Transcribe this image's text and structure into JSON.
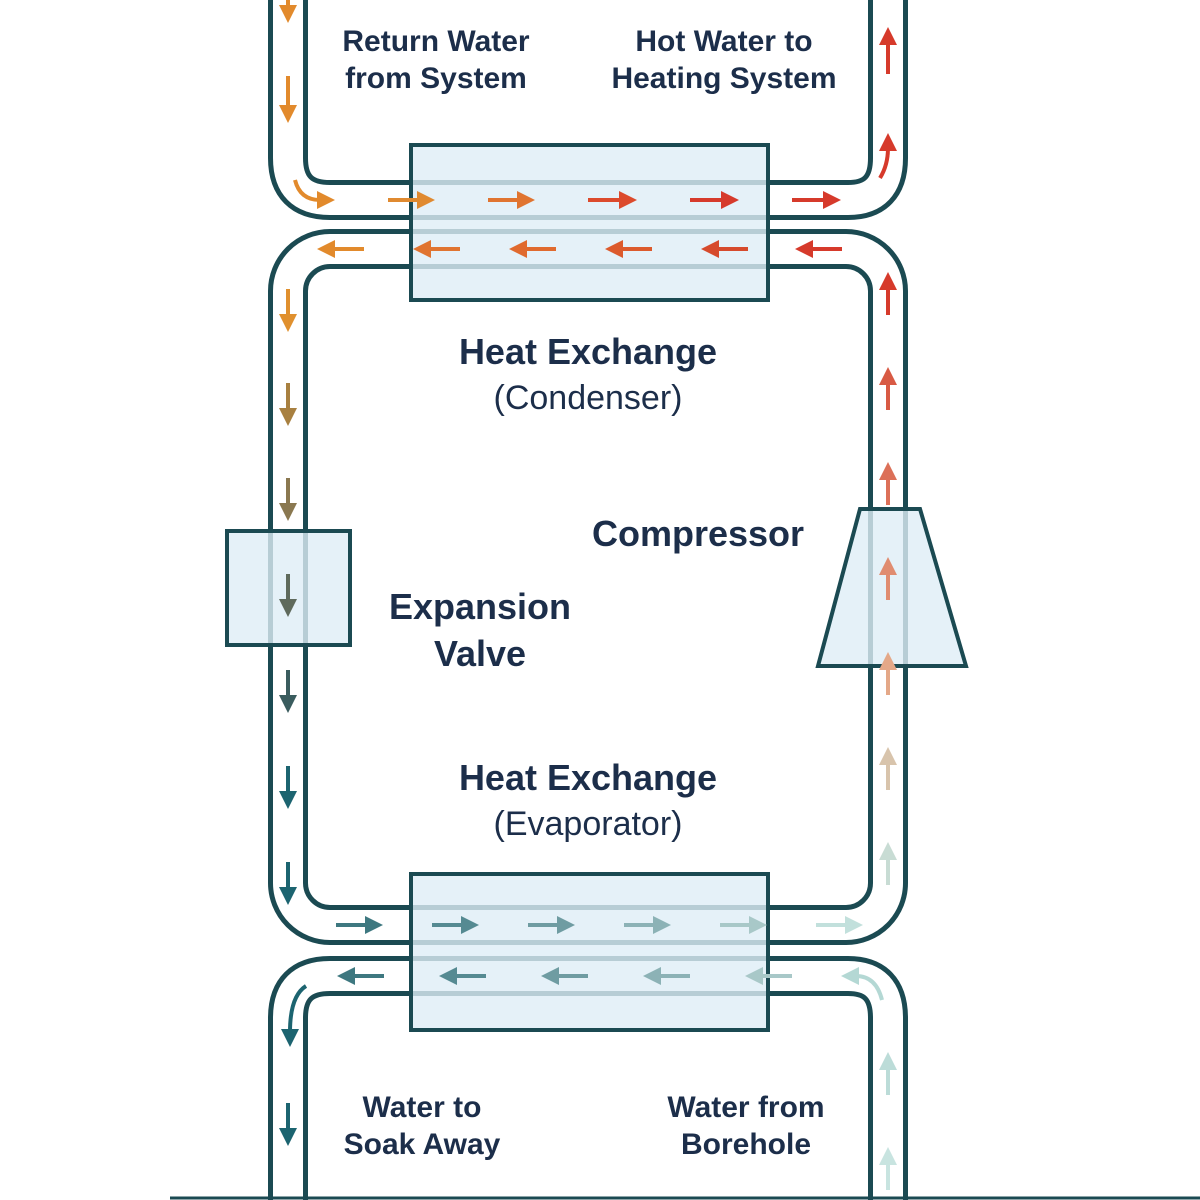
{
  "colors": {
    "outline": "#1b4a52",
    "component_fill": "#dfeef6",
    "text": "#1c2e4a",
    "hot": "#d63a2b",
    "warm": "#e28a2c",
    "cold": "#1c6470",
    "cool": "#c2e0dc"
  },
  "labels": {
    "return_water": [
      "Return Water",
      "from System"
    ],
    "hot_water": [
      "Hot Water to",
      "Heating System"
    ],
    "condenser_title": "Heat Exchange",
    "condenser_sub": "(Condenser)",
    "compressor": "Compressor",
    "expansion_valve": [
      "Expansion",
      "Valve"
    ],
    "evaporator_title": "Heat Exchange",
    "evaporator_sub": "(Evaporator)",
    "water_to_soak": [
      "Water to",
      "Soak Away"
    ],
    "water_from_borehole": [
      "Water from",
      "Borehole"
    ]
  }
}
